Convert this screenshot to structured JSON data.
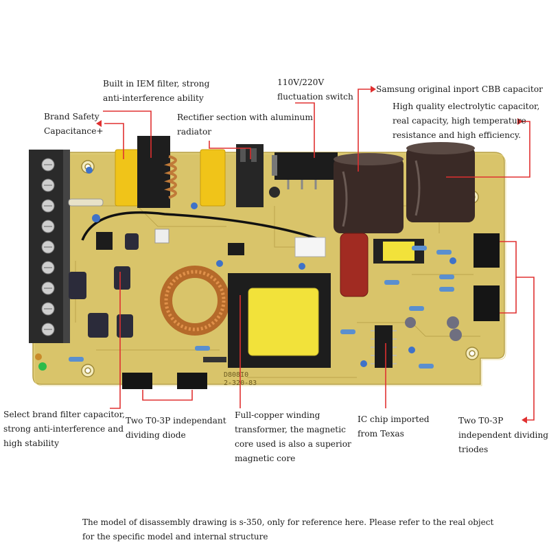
{
  "callouts": {
    "iem_filter": [
      "Built in IEM filter, strong",
      "anti-interference ability"
    ],
    "voltage_switch": [
      "110V/220V",
      "fluctuation switch"
    ],
    "cbb_capacitor": [
      "Samsung original inport CBB capacitor"
    ],
    "electrolytic_capacitor": [
      "High quality electrolytic capacitor,",
      "real capacity, high temperature",
      "resistance and high efficiency."
    ],
    "safety_capacitance": [
      "Brand Safety",
      "Capacitance+"
    ],
    "rectifier": [
      "Rectifier section with aluminum",
      "radiator"
    ],
    "filter_capacitor": [
      "Select brand filter capacitor,",
      "strong anti-interference and",
      "high stability"
    ],
    "dividing_diode": [
      "Two T0-3P independant",
      "dividing diode"
    ],
    "transformer": [
      "Full-copper winding",
      "transformer, the magnetic",
      "core used is also a superior",
      "magnetic core"
    ],
    "ic_chip": [
      "IC chip imported",
      "from Texas"
    ],
    "dividing_triodes": [
      "Two T0-3P",
      "independent dividing",
      "triodes"
    ]
  },
  "board_marking": [
    "D808I0",
    "2-320-83"
  ],
  "footnote": "The model of disassembly drawing is s-350, only for reference here. Please refer to the real object for the specific model and internal structure",
  "colors": {
    "leader_line": "#e03030",
    "pcb": "#d9c46a",
    "terminal_block": "#2a2a2a",
    "transformer_core": "#f2e23a",
    "capacitor": "#3a2a26"
  }
}
